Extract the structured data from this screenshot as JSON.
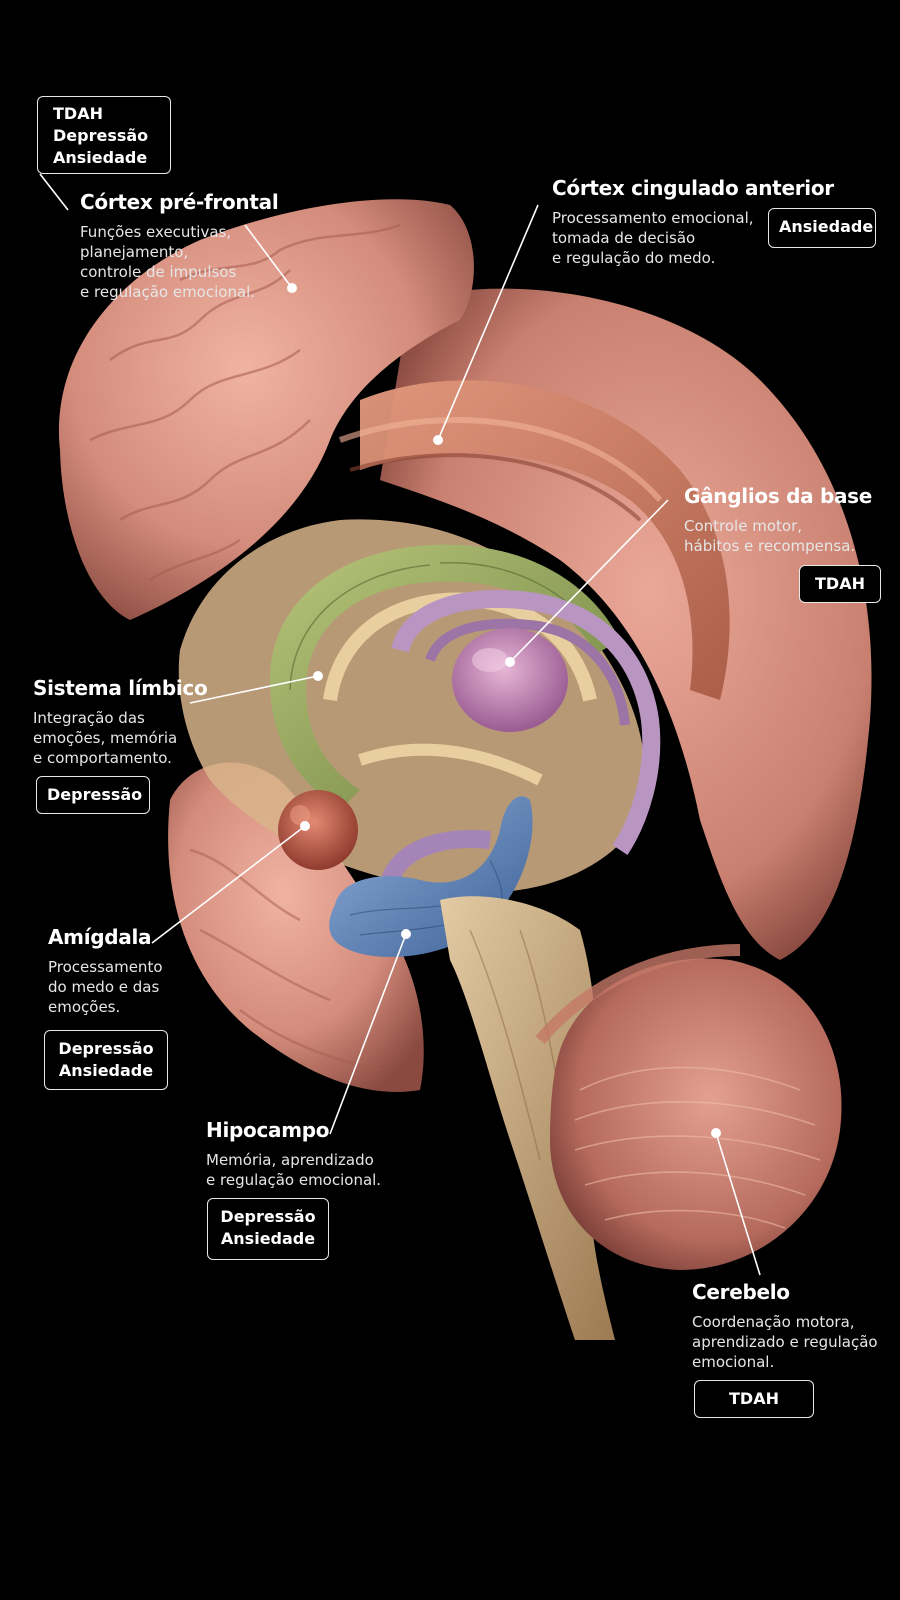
{
  "regions": {
    "prefrontal": {
      "title": "Córtex pré-frontal",
      "description": "Funções executivas,\nplanejamento,\ncontrole de impulsos\ne regulação emocional.",
      "conditions": "TDAH\nDepressão\nAnsiedade"
    },
    "acc": {
      "title": "Córtex cingulado anterior",
      "description": "Processamento emocional,\ntomada de decisão\ne regulação do medo.",
      "conditions": "Ansiedade"
    },
    "basal_ganglia": {
      "title": "Gânglios da base",
      "description": "Controle motor,\nhábitos e recompensa.",
      "conditions": "TDAH"
    },
    "limbic": {
      "title": "Sistema límbico",
      "description": "Integração das\nemoções, memória\ne comportamento.",
      "conditions": "Depressão"
    },
    "amygdala": {
      "title": "Amígdala",
      "description": "Processamento\ndo medo e das\nemoções.",
      "conditions": "Depressão\nAnsiedade"
    },
    "hippocampus": {
      "title": "Hipocampo",
      "description": "Memória, aprendizado\ne regulação emocional.",
      "conditions": "Depressão\nAnsiedade"
    },
    "cerebellum": {
      "title": "Cerebelo",
      "description": "Coordenação motora,\naprendizado e regulação\nemocional.",
      "conditions": "TDAH"
    }
  },
  "colors": {
    "background": "#000000",
    "cortex": "#d98e80",
    "limbic_green": "#8fa35a",
    "basal_purple": "#b48ab4",
    "hippocampus_blue": "#5a80b8",
    "amygdala_red": "#c0604e",
    "brainstem": "#cdb28a"
  }
}
